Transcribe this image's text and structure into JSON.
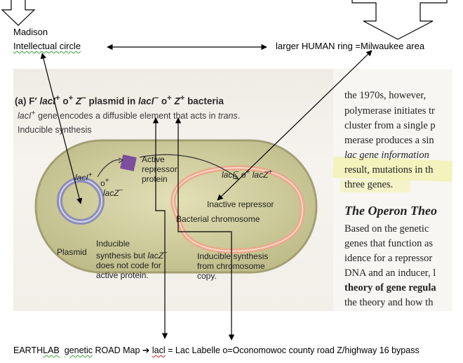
{
  "top_left": {
    "line1": "Madison",
    "line2": "Intellectual  circle"
  },
  "top_right": {
    "label": "larger HUMAN ring =Milwaukee  area"
  },
  "figure": {
    "title": "(a) F′ lacI⁺ o⁺ Z⁻ plasmid in lacI⁻ o⁺ Z⁺ bacteria",
    "line1": "lacI⁺ gene encodes a diffusible element that acts in trans.",
    "line2": "Inducible synthesis",
    "active_repressor": "Active repressor protein",
    "active_line1": "Active",
    "active_line2": "repressor",
    "active_line3": "protein",
    "plasmid_lacI": "lacI⁺",
    "plasmid_o": "o⁺",
    "plasmid_lacZ": "lacZ⁻",
    "chrom_genes": "lacI⁻ o⁺  lacZ⁺",
    "inactive_repressor": "Inactive repressor",
    "bacterial_chromosome": "Bacterial chromosome",
    "plasmid_label": "Plasmid",
    "caption_mid_1": "Inducible",
    "caption_mid_2": "synthesis but lacZ⁻",
    "caption_mid_3": "does not code for",
    "caption_mid_4": "active protein.",
    "caption_right_1": "Inducible synthesis",
    "caption_right_2": "from chromosome",
    "caption_right_3": "copy."
  },
  "book_text": {
    "lines": [
      "the 1970s, however,",
      "polymerase initiates tr",
      "cluster from a single p",
      "merase produces a sin",
      "lac gene information",
      "result, mutations in th",
      "three genes."
    ],
    "heading": "The Operon Theo",
    "lines2": [
      "Based on the genetic",
      "genes that function as",
      "idence for a repressor",
      "DNA and an inducer, l",
      "theory of gene regula",
      "the theory and how th"
    ]
  },
  "bottom": {
    "prefix_earth": "EARTH",
    "prefix_lab": "LAB",
    "prefix_genetic": "genetic",
    "prefix_rest": "ROAD Map",
    "arrow": "➔",
    "lacI": "lacl",
    "rest": "= Lac Labelle  o=Oconomowoc  county road Z/highway 16 bypass"
  },
  "colors": {
    "cell_fill": "#d2d09e",
    "cell_border": "#a39f74",
    "plasmid_ring": "#8a8ab8",
    "chromosome": "#e8a888",
    "repressor": "#7b4f9e",
    "highlight": "#f2ee9c"
  }
}
